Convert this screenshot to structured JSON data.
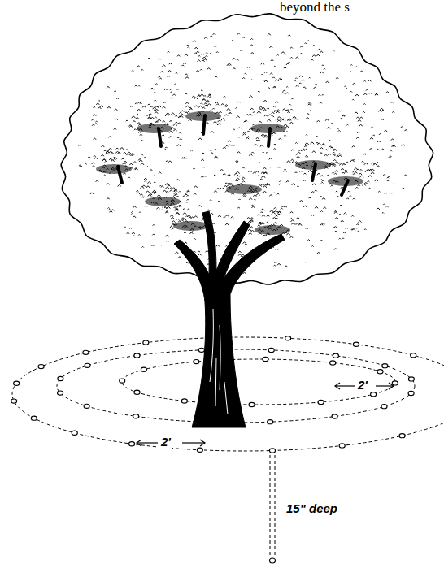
{
  "diagram": {
    "labels": [
      "beyond the s",
      "2'",
      "2'",
      "15\" deep"
    ]
  }
}
